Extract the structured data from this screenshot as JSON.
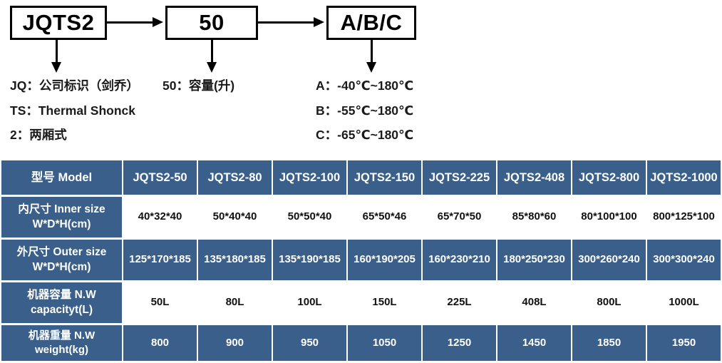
{
  "diagram": {
    "boxes": {
      "model": "JQTS2",
      "volume": "50",
      "temp": "A/B/C"
    },
    "legend_left": [
      "JQ：公司标识（剑乔）",
      "TS：Thermal Shonck",
      "2：两厢式"
    ],
    "legend_mid": [
      "50：容量(升)"
    ],
    "legend_right": [
      "A：-40℃~180℃",
      "B：-55℃~180℃",
      "C：-65℃~180℃"
    ]
  },
  "colors": {
    "header_blue": "#3a5f8a",
    "cell_white": "#ffffff",
    "text_dark": "#111111",
    "text_light": "#ffffff",
    "line_black": "#000000"
  },
  "table": {
    "rows": [
      {
        "style": "header",
        "label_line1": "型号 Model",
        "label_line2": "",
        "cells": [
          "JQTS2-50",
          "JQTS2-80",
          "JQTS2-100",
          "JQTS2-150",
          "JQTS2-225",
          "JQTS2-408",
          "JQTS2-800",
          "JQTS2-1000"
        ]
      },
      {
        "style": "white",
        "label_line1": "内尺寸 Inner size",
        "label_line2": "W*D*H(cm)",
        "cells": [
          "40*32*40",
          "50*40*40",
          "50*50*40",
          "65*50*46",
          "65*70*50",
          "85*80*60",
          "80*100*100",
          "800*125*100"
        ]
      },
      {
        "style": "blue",
        "label_line1": "外尺寸 Outer size",
        "label_line2": "W*D*H(cm)",
        "cells": [
          "125*170*185",
          "135*180*185",
          "135*190*185",
          "160*190*205",
          "160*230*210",
          "180*250*230",
          "300*260*240",
          "300*300*240"
        ]
      },
      {
        "style": "white",
        "label_line1": "机器容量 N.W",
        "label_line2": "capacityt(L)",
        "cells": [
          "50L",
          "80L",
          "100L",
          "150L",
          "225L",
          "408L",
          "800L",
          "1000L"
        ]
      },
      {
        "style": "blue",
        "label_line1": "机器重量 N.W",
        "label_line2": "weight(kg)",
        "cells": [
          "800",
          "900",
          "950",
          "1050",
          "1250",
          "1450",
          "1850",
          "1950"
        ]
      }
    ]
  }
}
